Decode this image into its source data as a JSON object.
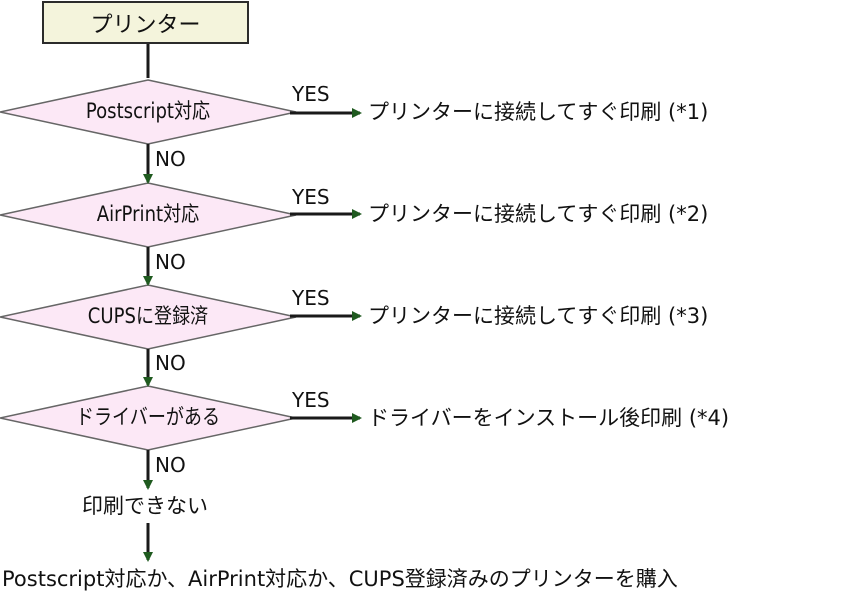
{
  "start": {
    "label": "プリンター"
  },
  "steps": [
    {
      "question": "Postscript対応",
      "yes": "YES",
      "no": "NO",
      "result": "プリンターに接続してすぐ印刷 (*1)"
    },
    {
      "question": "AirPrint対応",
      "yes": "YES",
      "no": "NO",
      "result": "プリンターに接続してすぐ印刷 (*2)"
    },
    {
      "question": "CUPSに登録済",
      "yes": "YES",
      "no": "NO",
      "result": "プリンターに接続してすぐ印刷 (*3)"
    },
    {
      "question": "ドライバーがある",
      "yes": "YES",
      "no": "NO",
      "result": "ドライバーをインストール後印刷 (*4)"
    }
  ],
  "cannot_print": "印刷できない",
  "advice": "Postscript対応か、AirPrint対応か、CUPS登録済みのプリンターを購入",
  "colors": {
    "arrow": "#1f5a1f",
    "diamond_fill": "#fce8f6",
    "start_fill": "#f4f4dc"
  }
}
